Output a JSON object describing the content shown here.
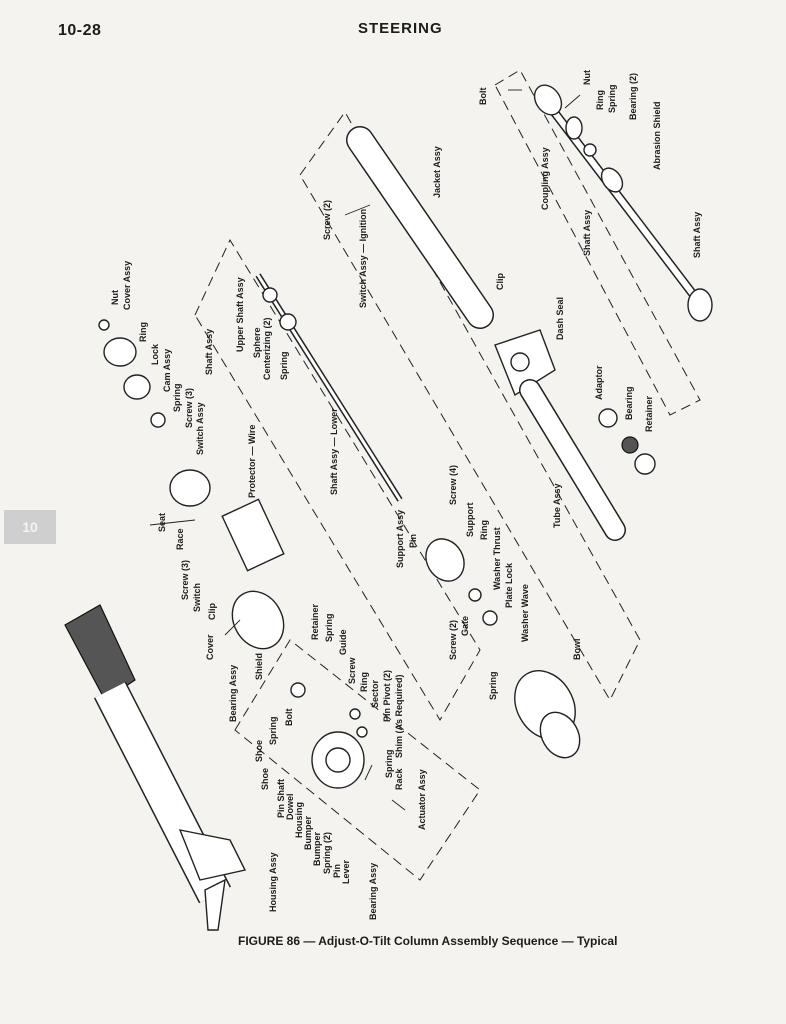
{
  "header": {
    "page_number": "10-28",
    "section_title": "STEERING",
    "tab_mark": "10"
  },
  "figure": {
    "caption": "FIGURE 86 — Adjust-O-Tilt Column Assembly Sequence — Typical",
    "labels": {
      "bolt": "Bolt",
      "nut_top": "Nut",
      "ring_top": "Ring",
      "spring_top": "Spring",
      "bearing2_top": "Bearing (2)",
      "abrasion_shield": "Abrasion Shield",
      "coupling_assy": "Coupling Assy",
      "shaft_assy_top1": "Shaft Assy",
      "shaft_assy_top2": "Shaft Assy",
      "jacket_assy": "Jacket Assy",
      "screw2_top": "Screw (2)",
      "switch_ignition": "Switch Assy — Ignition",
      "clip_mid": "Clip",
      "dash_seal": "Dash Seal",
      "adaptor": "Adaptor",
      "bearing_mid": "Bearing",
      "retainer_mid": "Retainer",
      "tube_assy": "Tube Assy",
      "nut_left": "Nut",
      "cover_assy_left": "Cover Assy",
      "ring_left": "Ring",
      "lock": "Lock",
      "cam_assy": "Cam Assy",
      "spring_left": "Spring",
      "screw3_left": "Screw (3)",
      "switch_assy_left": "Switch Assy",
      "protector_wire": "Protector — Wire",
      "shaft_assy_upper": "Upper Shaft Assy",
      "sphere": "Sphere",
      "centerizing": "Centerizing (2)",
      "spring_upper": "Spring",
      "shaft_assy_side": "Shaft Assy",
      "shaft_assy_lower": "Shaft Assy — Lower",
      "screw4": "Screw (4)",
      "support": "Support",
      "ring_support": "Ring",
      "washer_thrust": "Washer Thrust",
      "plate_lock": "Plate Lock",
      "washer_wave": "Washer Wave",
      "support_assy": "Support Assy",
      "pin": "Pin",
      "screw2_gate": "Screw (2)",
      "gate": "Gate",
      "bowl": "Bowl",
      "spring_bowl": "Spring",
      "seat": "Seat",
      "race": "Race",
      "screw3_switch": "Screw (3)",
      "switch": "Switch",
      "clip_left": "Clip",
      "cover": "Cover",
      "shield": "Shield",
      "retainer_lower": "Retainer",
      "spring_lower": "Spring",
      "guide": "Guide",
      "screw_lower": "Screw",
      "ring_lower": "Ring",
      "sector": "Sector",
      "pin_pivot": "Pin Pivot (2)",
      "shim": "Shim (As Required)",
      "bearing_assy_lower": "Bearing Assy",
      "shoe1": "Shoe",
      "shoe2": "Shoe",
      "spring_shoe": "Spring",
      "bolt_lower": "Bolt",
      "pin_shaft": "Pin Shaft",
      "dowel": "Dowel",
      "housing": "Housing",
      "bumper1": "Bumper",
      "bumper2": "Bumper",
      "spring2": "Spring (2)",
      "pin_lower": "Pin",
      "lever": "Lever",
      "spring_rack": "Spring",
      "rack": "Rack",
      "actuator_assy": "Actuator Assy",
      "housing_assy": "Housing Assy",
      "bearing_assy_bottom": "Bearing Assy"
    }
  }
}
